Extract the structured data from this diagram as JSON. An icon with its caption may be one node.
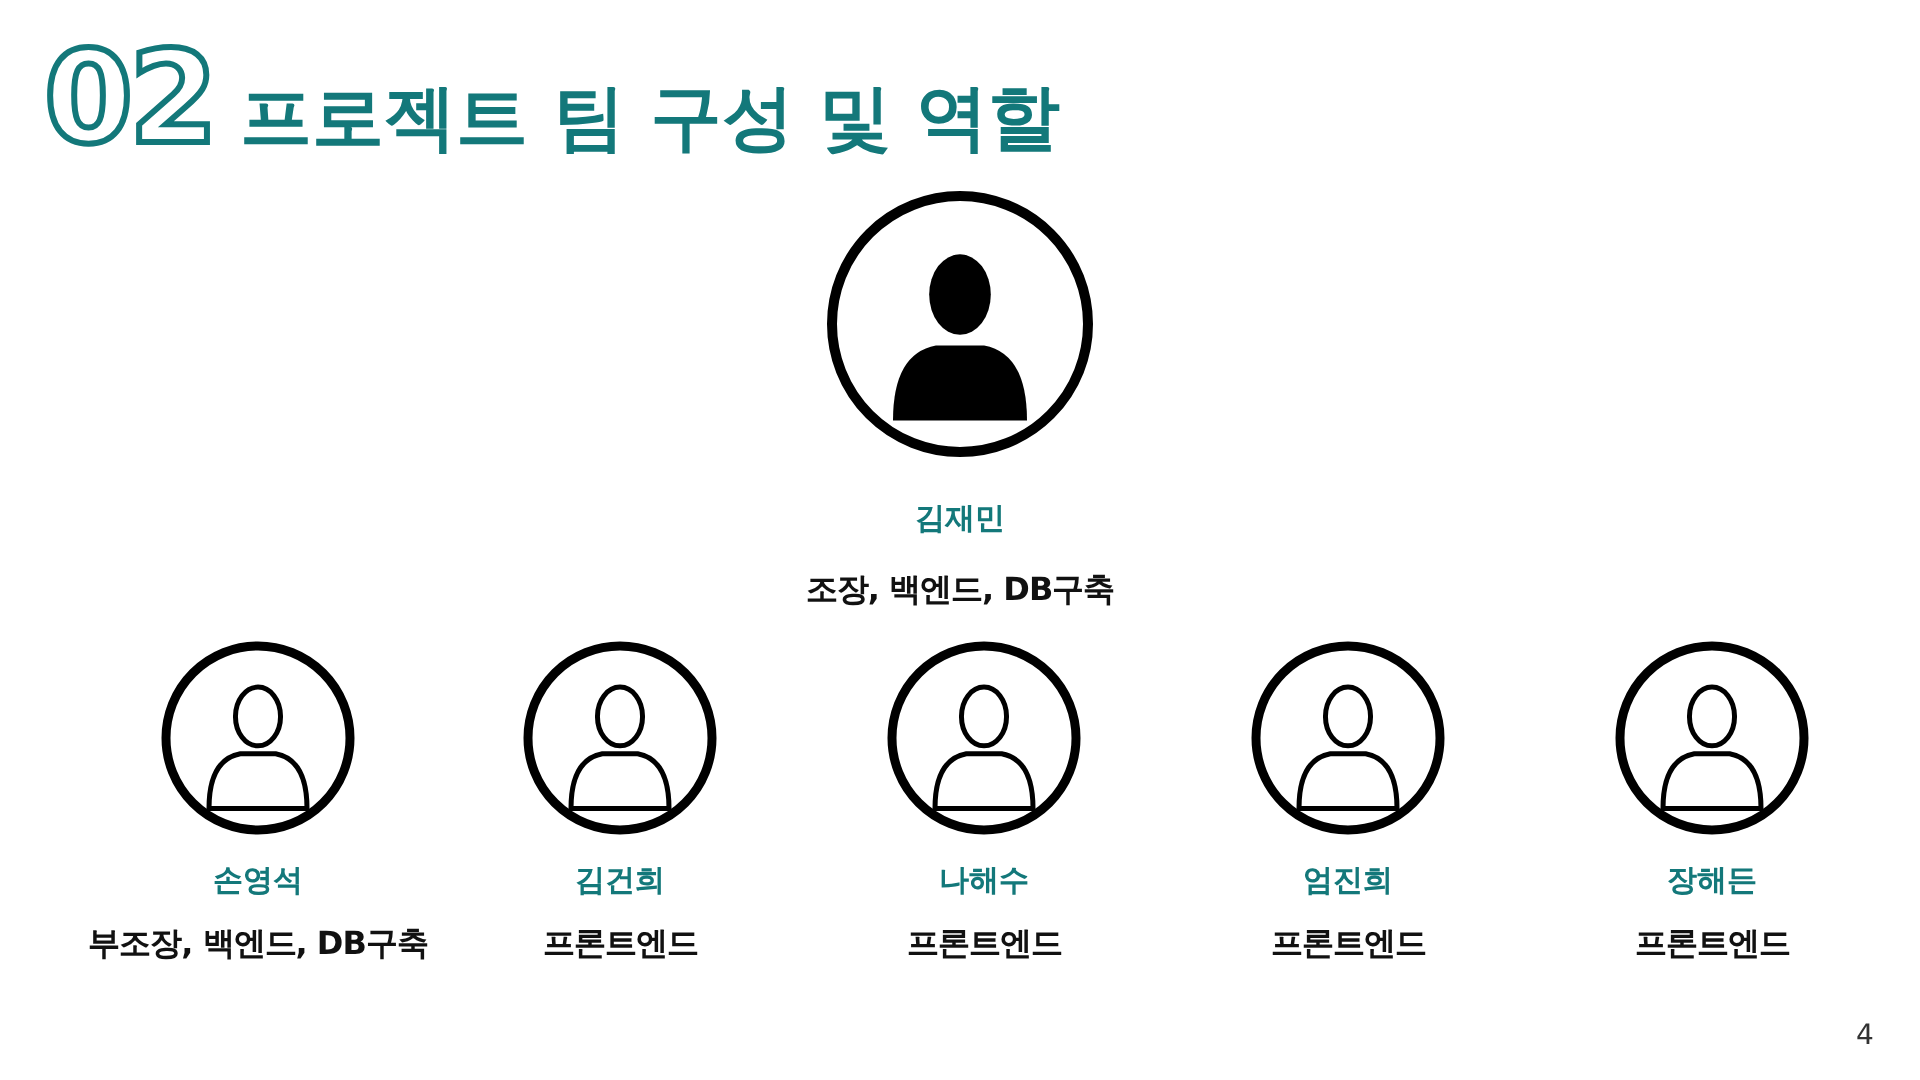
{
  "diagram": {
    "title": "프로젝트 팀 구성 및 역할",
    "nodes": [
      {
        "text": [
          "김재민",
          "조장, 백엔드, DB구축"
        ]
      },
      {
        "text": [
          "손영석",
          "부조장, 백엔드, DB구축"
        ]
      },
      {
        "text": [
          "김건희",
          "프론트엔드"
        ]
      },
      {
        "text": [
          "나해수",
          "프론트엔드"
        ]
      },
      {
        "text": [
          "엄진희",
          "프론트엔드"
        ]
      },
      {
        "text": [
          "장해든",
          "프론트엔드"
        ]
      }
    ],
    "labels": [
      "02",
      "4"
    ]
  }
}
